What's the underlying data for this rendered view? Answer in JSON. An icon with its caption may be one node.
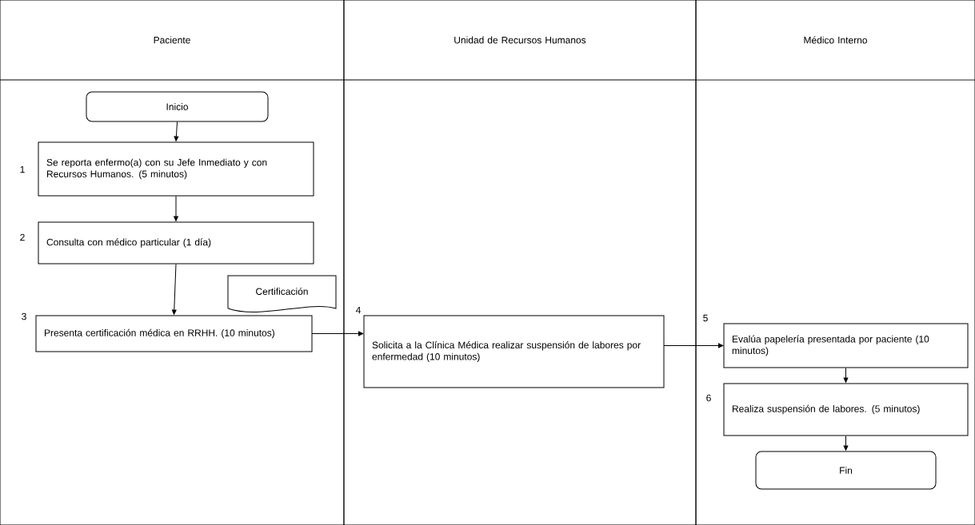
{
  "diagram": {
    "nodes": [
      {
        "text": [
          "Paciente"
        ]
      },
      {
        "text": [
          "Unidad de Recursos Humanos"
        ]
      },
      {
        "text": [
          "Médico Interno"
        ]
      },
      {
        "text": [
          "Inicio"
        ],
        "in": 0
      },
      {
        "text": [
          "Se reporta enfermo(a) con su Jefe Inmediato y con Recursos Humanos. (5 minutos)"
        ],
        "beside": [
          "1"
        ],
        "in": 0
      },
      {
        "text": [
          "Consulta con médico particular (1 día)"
        ],
        "beside": [
          "2"
        ],
        "in": 0
      },
      {
        "text": [
          "Certificación"
        ],
        "in": 0
      },
      {
        "text": [
          "Presenta certificación médica en RRHH. (10 minutos)"
        ],
        "beside": [
          "3"
        ],
        "in": 0
      },
      {
        "text": [
          "Solicita a la Clínica Médica realizar suspensión de labores por enfermedad (10 minutos)"
        ],
        "beside": [
          "4"
        ],
        "in": 1
      },
      {
        "text": [
          "Evalúa papelería presentada por paciente (10 minutos)"
        ],
        "beside": [
          "5"
        ],
        "in": 2
      },
      {
        "text": [
          "Realiza suspensión de labores. (5 minutos)"
        ],
        "beside": [
          "6"
        ],
        "in": 2
      },
      {
        "text": [
          "Fin"
        ],
        "in": 2
      }
    ],
    "edges": [
      {
        "from": 3,
        "to": 4,
        "arrow": "to"
      },
      {
        "from": 4,
        "to": 5,
        "arrow": "to"
      },
      {
        "from": 5,
        "to": 7,
        "arrow": "to"
      },
      {
        "from": 7,
        "to": 8,
        "arrow": "to"
      },
      {
        "from": 8,
        "to": 9,
        "arrow": "to"
      },
      {
        "from": 9,
        "to": 10,
        "arrow": "to"
      },
      {
        "from": 10,
        "to": 11,
        "arrow": "to"
      }
    ]
  }
}
